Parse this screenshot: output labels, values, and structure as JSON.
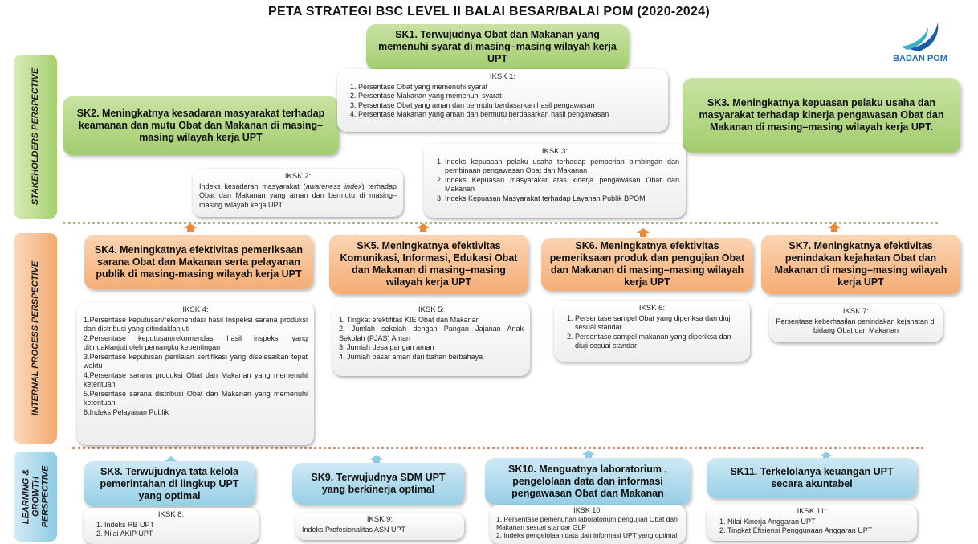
{
  "title": "PETA STRATEGI BSC LEVEL II BALAI BESAR/BALAI POM (2020-2024)",
  "logo": {
    "text": "BADAN POM",
    "color": "#1f6fb5"
  },
  "perspectives": {
    "stakeholders": "STAKEHOLDERS PERSPECTIVE",
    "internal": "INTERNAL PROCESS PERSPECTIVE",
    "learning": "LEARNING & GROWTH PERSPECTIVE"
  },
  "sk": {
    "sk1": "SK1. Terwujudnya Obat dan Makanan yang memenuhi syarat di masing–masing wilayah kerja UPT",
    "sk2": "SK2. Meningkatnya kesadaran masyarakat terhadap keamanan dan mutu Obat dan Makanan di masing–masing wilayah kerja UPT",
    "sk3": "SK3. Meningkatnya kepuasan pelaku usaha dan masyarakat terhadap kinerja pengawasan Obat dan Makanan di masing–masing wilayah kerja UPT.",
    "sk4": "SK4. Meningkatnya efektivitas pemeriksaan sarana Obat dan Makanan serta pelayanan publik di masing-masing wilayah kerja UPT",
    "sk5": "SK5. Meningkatnya efektivitas Komunikasi, Informasi, Edukasi Obat dan Makanan di masing–masing wilayah kerja UPT",
    "sk6": "SK6. Meningkatnya efektivitas pemeriksaan produk dan pengujian Obat dan Makanan di masing–masing wilayah kerja UPT",
    "sk7": "SK7. Meningkatnya efektivitas penindakan kejahatan Obat dan Makanan di masing–masing wilayah kerja UPT",
    "sk8": "SK8. Terwujudnya tata kelola pemerintahan di lingkup UPT yang optimal",
    "sk9": "SK9. Terwujudnya SDM UPT yang berkinerja optimal",
    "sk10": "SK10. Menguatnya laboratorium , pengelolaan data dan informasi pengawasan Obat dan Makanan",
    "sk11": "SK11. Terkelolanya keuangan UPT secara akuntabel"
  },
  "iksk": {
    "iksk1": {
      "title": "IKSK 1:",
      "items": [
        "Persentase Obat yang memenuhi syarat",
        "Persentase Makanan yang memenuhi syarat",
        "Persentase Obat yang aman dan bermutu berdasarkan hasil pengawasan",
        "Persentase Makanan yang aman dan bermutu berdasarkan hasil pengawasan"
      ]
    },
    "iksk2": {
      "title": "IKSK 2:",
      "pre": "Indeks kesadaran masyarakat (",
      "em": "awareness index",
      "post": ") terhadap Obat dan Makanan yang aman dan bermutu di masing–masing wilayah kerja UPT"
    },
    "iksk3": {
      "title": "IKSK 3:",
      "items": [
        "Indeks kepuasan pelaku usaha terhadap pemberian bimbingan dan pembinaan pengawasan Obat dan Makanan",
        "Indeks Kepuasan masyarakat atas kinerja pengawasan Obat dan Makanan",
        "Indeks Kepuasan Masyarakat terhadap Layanan Publik BPOM"
      ]
    },
    "iksk4": {
      "title": "IKSK 4:",
      "items": [
        "1.Persentase keputusan/rekomendasi hasil Inspeksi sarana produksi dan distribusi yang ditindaklanjuti",
        "2.Persentase keputusan/rekomendasi hasil inspeksi yang ditindaklanjuti oleh pemangku kepentingan",
        "3.Persentase keputusan penilaian sertifikasi yang diselesaikan tepat waktu",
        "4.Persentase sarana produksi Obat dan Makanan yang memenuhi ketentuan",
        "5.Persentase sarana distribusi Obat dan Makanan yang memenuhi ketentuan",
        "6.Indeks Pelayanan Publik"
      ]
    },
    "iksk5": {
      "title": "IKSK 5:",
      "items": [
        "1. Tingkat efektifitas KIE Obat dan Makanan",
        "2. Jumlah sekolah dengan Pangan Jajanan Anak Sekolah (PJAS) Aman",
        "3. Jumlah desa pangan aman",
        "4. Jumlah pasar aman dari bahan berbahaya"
      ]
    },
    "iksk6": {
      "title": "IKSK 6:",
      "items": [
        "Persentase sampel Obat yang diperiksa dan diuji sesuai standar",
        "Persentase sampel makanan yang diperiksa dan diuji sesuai standar"
      ]
    },
    "iksk7": {
      "title": "IKSK 7:",
      "text": "Persentase keberhasilan penindakan kejahatan di bidang Obat dan Makanan"
    },
    "iksk8": {
      "title": "IKSK 8:",
      "items": [
        "Indeks RB UPT",
        "Nilai AKIP UPT"
      ]
    },
    "iksk9": {
      "title": "IKSK 9:",
      "text": "Indeks Profesionalitas ASN UPT"
    },
    "iksk10": {
      "title": "IKSK 10:",
      "items": [
        "1. Persentase pemenuhan laboratorium pengujian Obat dan Makanan sesuai standar GLP",
        "2. Indeks pengelolaan data dan informasi UPT yang optimal"
      ]
    },
    "iksk11": {
      "title": "IKSK 11:",
      "items": [
        "Nilai Kinerja Anggaran UPT",
        "Tingkat Efisiensi Penggunaan Anggaran UPT"
      ]
    }
  }
}
